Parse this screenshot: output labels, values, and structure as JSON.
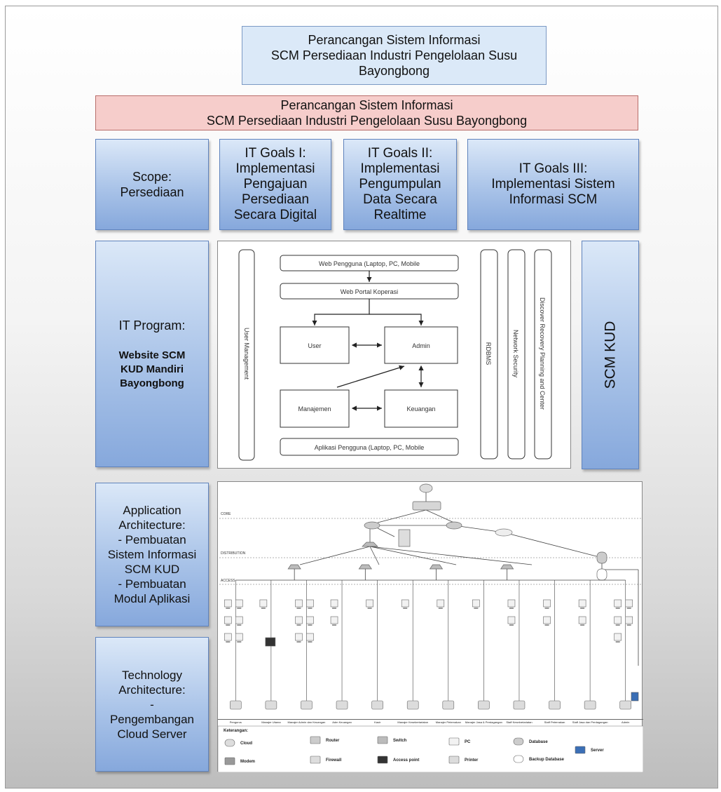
{
  "header": {
    "title_top": "Perancangan Sistem Informasi\nSCM Persediaan Industri Pengelolaan Susu\nBayongbong",
    "title_red": "Perancangan Sistem Informasi\nSCM Persediaan Industri Pengelolaan Susu Bayongbong"
  },
  "goals": {
    "scope": "Scope:\nPersediaan",
    "goal1": "IT Goals I:\nImplementasi\nPengajuan\nPersediaan\nSecara Digital",
    "goal2": "IT Goals II:\nImplementasi\nPengumpulan\nData Secara\nRealtime",
    "goal3": "IT Goals III:\nImplementasi Sistem\nInformasi SCM"
  },
  "program": {
    "heading": "IT Program:",
    "subtitle": "Website SCM\nKUD Mandiri\nBayongbong",
    "scm_label": "SCM KUD",
    "diagram": {
      "web_pengguna": "Web Pengguna (Laptop, PC, Mobile",
      "web_portal": "Web Portal Koperasi",
      "user": "User",
      "admin": "Admin",
      "manajemen": "Manajemen",
      "keuangan": "Keuangan",
      "aplikasi_pengguna": "Aplikasi Pengguna (Laptop, PC, Mobile",
      "user_management": "User Management",
      "rdbms": "RDBMS",
      "network_security": "Network Security",
      "disaster_recovery": "Discover Recovery Planning and Center"
    }
  },
  "architecture": {
    "application": "Application\nArchitecture:\n- Pembuatan\nSistem Informasi\nSCM KUD\n- Pembuatan\nModul Aplikasi",
    "technology": "Technology\nArchitecture:\n-\nPengembangan\nCloud Server"
  },
  "network": {
    "layers": [
      "CORE",
      "DISTRIBUTION",
      "ACCESS"
    ],
    "departments": [
      "Pengurus",
      "Manajer Utama",
      "Manajer Admin dan Keuangan",
      "Adm Keuangan",
      "Kasir",
      "Manajer Kesekretariatan",
      "Manajer Peternakan",
      "Manajer Jasa & Perdagangan",
      "Staff Kesekretariatan",
      "Staff Peternakan",
      "Staff Jasa dan Perdagangan",
      "Admin"
    ],
    "legend_title": "Keterangan:",
    "legend": [
      "Cloud",
      "Modem",
      "Router",
      "Firewall",
      "Switch",
      "Access point",
      "PC",
      "Printer",
      "Database",
      "Backup Database",
      "Server"
    ]
  }
}
